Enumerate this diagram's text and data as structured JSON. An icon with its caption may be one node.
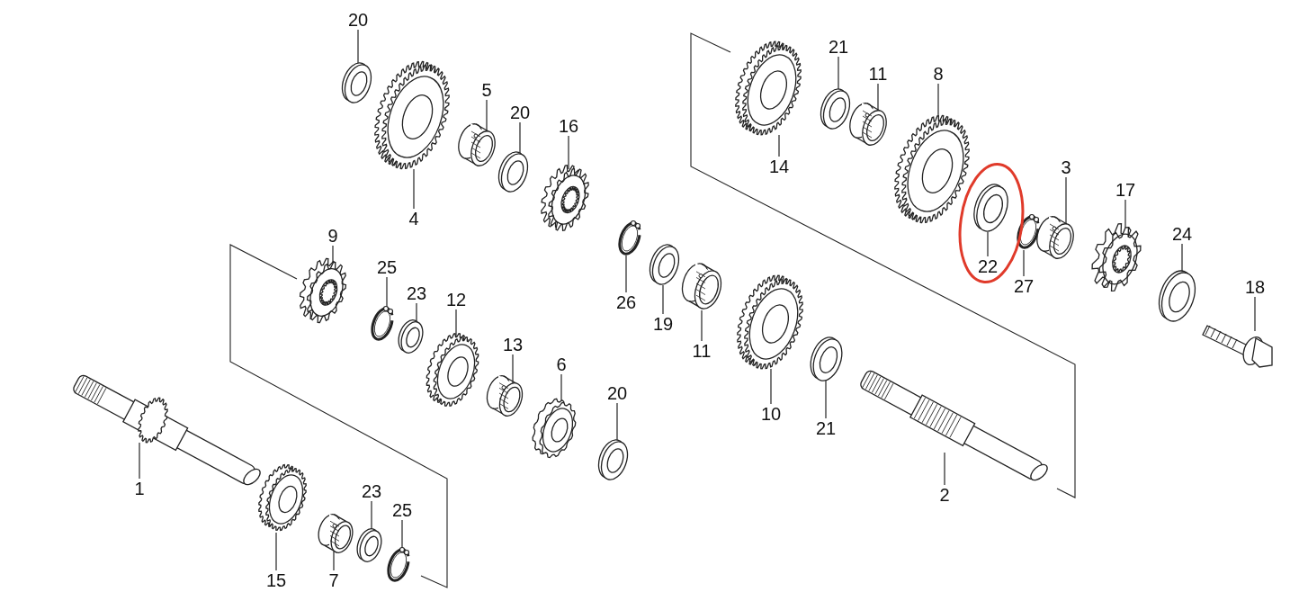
{
  "diagram": {
    "nodes": [
      {
        "text": [
          "20"
        ]
      },
      {
        "text": [
          "4"
        ]
      },
      {
        "text": [
          "5"
        ]
      },
      {
        "text": [
          "20"
        ]
      },
      {
        "text": [
          "16"
        ]
      },
      {
        "text": [
          "9"
        ]
      },
      {
        "text": [
          "25"
        ]
      },
      {
        "text": [
          "23"
        ]
      },
      {
        "text": [
          "12"
        ]
      },
      {
        "text": [
          "13"
        ]
      },
      {
        "text": [
          "6"
        ]
      },
      {
        "text": [
          "20"
        ]
      },
      {
        "text": [
          "26"
        ]
      },
      {
        "text": [
          "19"
        ]
      },
      {
        "text": [
          "11"
        ]
      },
      {
        "text": [
          "10"
        ]
      },
      {
        "text": [
          "21"
        ]
      },
      {
        "text": [
          "14"
        ]
      },
      {
        "text": [
          "21"
        ]
      },
      {
        "text": [
          "11"
        ]
      },
      {
        "text": [
          "8"
        ]
      },
      {
        "text": [
          "22"
        ]
      },
      {
        "text": [
          "27"
        ]
      },
      {
        "text": [
          "3"
        ]
      },
      {
        "text": [
          "17"
        ]
      },
      {
        "text": [
          "24"
        ]
      },
      {
        "text": [
          "18"
        ]
      },
      {
        "text": [
          "1"
        ]
      },
      {
        "text": [
          "2"
        ]
      },
      {
        "text": [
          "15"
        ]
      },
      {
        "text": [
          "7"
        ]
      },
      {
        "text": [
          "23"
        ]
      },
      {
        "text": [
          "25"
        ]
      },
      {
        "text": [],
        "shape": "picture"
      },
      {
        "text": [],
        "shape": "picture"
      },
      {
        "text": [],
        "shape": "picture"
      },
      {
        "text": [],
        "shape": "picture"
      },
      {
        "text": [],
        "shape": "picture"
      },
      {
        "text": [],
        "shape": "picture"
      },
      {
        "text": [],
        "shape": "picture"
      },
      {
        "text": [],
        "shape": "picture"
      },
      {
        "text": [],
        "shape": "picture"
      },
      {
        "text": [],
        "shape": "picture"
      },
      {
        "text": [],
        "shape": "picture"
      },
      {
        "text": [],
        "shape": "picture"
      },
      {
        "text": [],
        "shape": "picture"
      },
      {
        "text": [],
        "shape": "picture"
      },
      {
        "text": [],
        "shape": "picture"
      },
      {
        "text": [],
        "shape": "picture"
      },
      {
        "text": [],
        "shape": "picture"
      },
      {
        "text": [],
        "shape": "picture"
      },
      {
        "text": [],
        "shape": "picture"
      },
      {
        "text": [],
        "shape": "picture"
      },
      {
        "text": [],
        "shape": "picture"
      },
      {
        "text": [],
        "shape": "picture"
      },
      {
        "text": [],
        "shape": "picture"
      },
      {
        "text": [],
        "shape": "picture"
      },
      {
        "text": [],
        "shape": "picture"
      },
      {
        "text": [],
        "shape": "picture"
      },
      {
        "text": [],
        "shape": "picture"
      },
      {
        "text": [],
        "shape": "picture"
      },
      {
        "text": [],
        "shape": "picture"
      },
      {
        "text": [],
        "shape": "picture"
      },
      {
        "text": [],
        "shape": "picture"
      },
      {
        "text": [],
        "shape": "picture"
      },
      {
        "text": [],
        "shape": "picture"
      }
    ],
    "edges": [
      {
        "from": 0,
        "to": 33,
        "arrow": "none"
      },
      {
        "from": 1,
        "to": 34,
        "arrow": "none"
      },
      {
        "from": 2,
        "to": 35,
        "arrow": "none"
      },
      {
        "from": 3,
        "to": 36,
        "arrow": "none"
      },
      {
        "from": 4,
        "to": 37,
        "arrow": "none"
      },
      {
        "from": 5,
        "to": 38,
        "arrow": "none"
      },
      {
        "from": 6,
        "to": 39,
        "arrow": "none"
      },
      {
        "from": 7,
        "to": 40,
        "arrow": "none"
      },
      {
        "from": 8,
        "to": 41,
        "arrow": "none"
      },
      {
        "from": 9,
        "to": 42,
        "arrow": "none"
      },
      {
        "from": 10,
        "to": 43,
        "arrow": "none"
      },
      {
        "from": 11,
        "to": 44,
        "arrow": "none"
      },
      {
        "from": 12,
        "to": 45,
        "arrow": "none"
      },
      {
        "from": 13,
        "to": 46,
        "arrow": "none"
      },
      {
        "from": 14,
        "to": 47,
        "arrow": "none"
      },
      {
        "from": 15,
        "to": 48,
        "arrow": "none"
      },
      {
        "from": 16,
        "to": 49,
        "arrow": "none"
      },
      {
        "from": 17,
        "to": 50,
        "arrow": "none"
      },
      {
        "from": 18,
        "to": 51,
        "arrow": "none"
      },
      {
        "from": 19,
        "to": 52,
        "arrow": "none"
      },
      {
        "from": 20,
        "to": 53,
        "arrow": "none"
      },
      {
        "from": 21,
        "to": 54,
        "arrow": "none"
      },
      {
        "from": 22,
        "to": 55,
        "arrow": "none"
      },
      {
        "from": 23,
        "to": 56,
        "arrow": "none"
      },
      {
        "from": 24,
        "to": 57,
        "arrow": "none"
      },
      {
        "from": 25,
        "to": 58,
        "arrow": "none"
      },
      {
        "from": 26,
        "to": 59,
        "arrow": "none"
      },
      {
        "from": 27,
        "to": 60,
        "arrow": "none"
      },
      {
        "from": 28,
        "to": 61,
        "arrow": "none"
      },
      {
        "from": 29,
        "to": 62,
        "arrow": "none"
      },
      {
        "from": 30,
        "to": 63,
        "arrow": "none"
      },
      {
        "from": 31,
        "to": 64,
        "arrow": "none"
      },
      {
        "from": 32,
        "to": 65,
        "arrow": "none"
      }
    ]
  }
}
